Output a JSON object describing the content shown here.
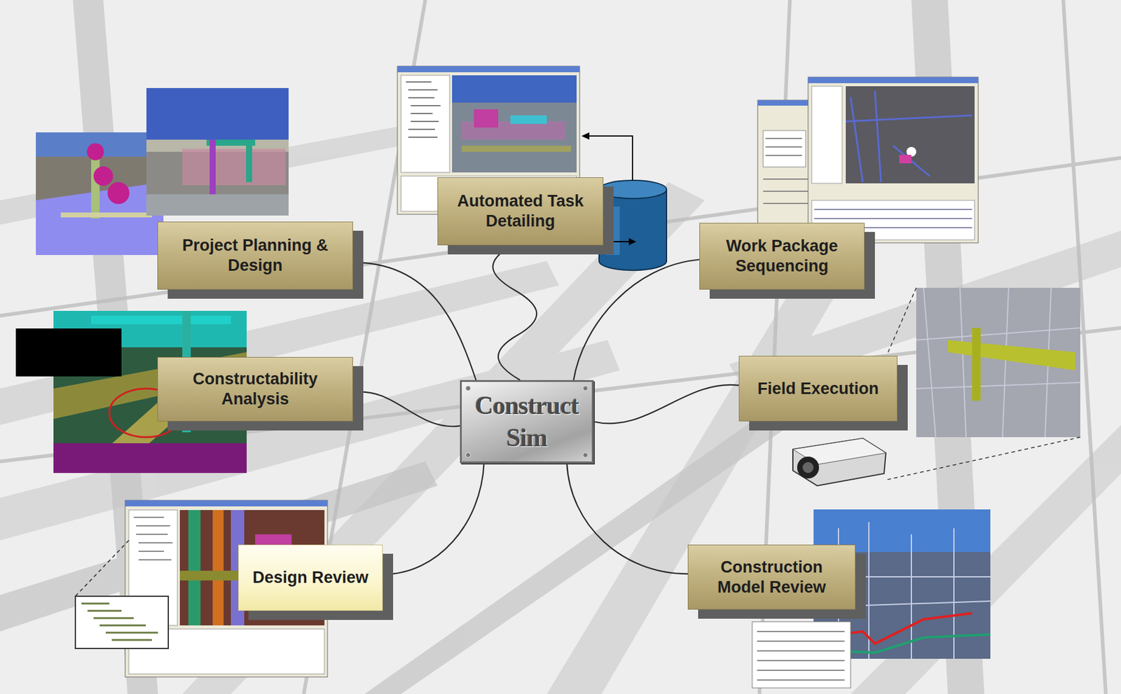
{
  "diagram": {
    "nodes": [
      {
        "text": [
          "Project Planning & Design"
        ]
      },
      {
        "text": [
          "Automated Task Detailing"
        ]
      },
      {
        "text": [
          "Work Package Sequencing"
        ]
      },
      {
        "text": [
          "Constructability Analysis"
        ]
      },
      {
        "text": [
          "Construct Sim"
        ]
      },
      {
        "text": [
          "Field Execution"
        ]
      },
      {
        "text": [
          "Design Review"
        ]
      },
      {
        "text": [
          "Construction Model Review"
        ]
      }
    ],
    "edges": [
      {
        "from": 4,
        "to": 0,
        "arrow": "none"
      },
      {
        "from": 4,
        "to": 1,
        "arrow": "none"
      },
      {
        "from": 4,
        "to": 2,
        "arrow": "none"
      },
      {
        "from": 4,
        "to": 3,
        "arrow": "none"
      },
      {
        "from": 4,
        "to": 5,
        "arrow": "none"
      },
      {
        "from": 4,
        "to": 6,
        "arrow": "none"
      },
      {
        "from": 4,
        "to": 7,
        "arrow": "none"
      }
    ]
  }
}
